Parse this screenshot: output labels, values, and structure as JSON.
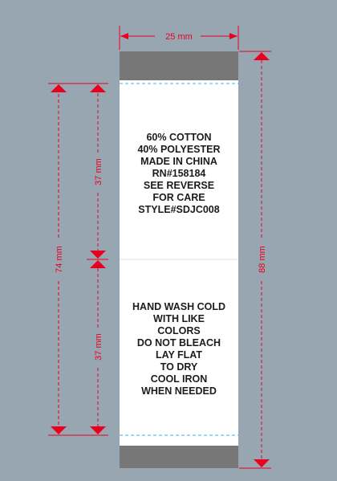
{
  "width_dimension": "25 mm",
  "total_length_dimension": "88 mm",
  "folded_length_dimension": "74 mm",
  "top_panel_dimension": "37 mm",
  "bottom_panel_dimension": "37 mm",
  "front_panel_lines": [
    "60% COTTON",
    "40% POLYESTER",
    "MADE IN CHINA",
    "RN#158184",
    "SEE REVERSE",
    "FOR CARE",
    "STYLE#SDJC008"
  ],
  "back_panel_lines": [
    "HAND WASH COLD",
    "WITH LIKE",
    "COLORS",
    "DO NOT BLEACH",
    "LAY FLAT",
    "TO DRY",
    "COOL IRON",
    "WHEN NEEDED"
  ],
  "colors": {
    "background": "#98a6b2",
    "label": "#ffffff",
    "seam_allowance": "#777777",
    "fold_line": "#3ab4e8",
    "dimension": "#e8001c",
    "text": "#1c1c1c"
  }
}
